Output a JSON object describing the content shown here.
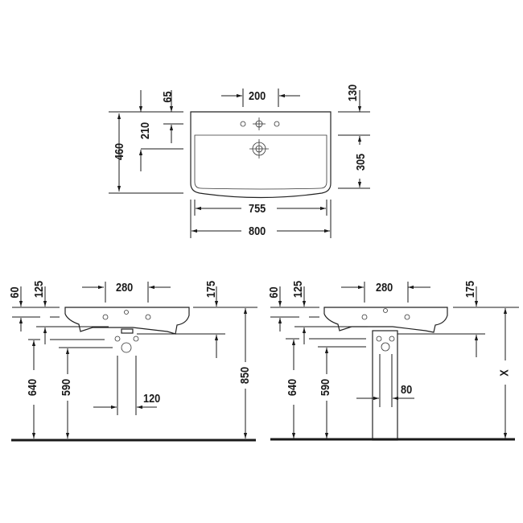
{
  "top_view": {
    "width_outer": "800",
    "width_inner": "755",
    "depth_total": "460",
    "bowl_depth": "305",
    "tap_hole_spacing": "200",
    "offset_65": "65",
    "offset_130": "130",
    "offset_210": "210"
  },
  "side_view_wall": {
    "dim_280": "280",
    "dim_60": "60",
    "dim_125": "125",
    "dim_175": "175",
    "dim_640": "640",
    "dim_590": "590",
    "dim_850": "850",
    "dim_120": "120"
  },
  "side_view_pedestal": {
    "dim_280": "280",
    "dim_60": "60",
    "dim_125": "125",
    "dim_175": "175",
    "dim_640": "640",
    "dim_590": "590",
    "dim_80": "80",
    "dim_x": "X"
  }
}
